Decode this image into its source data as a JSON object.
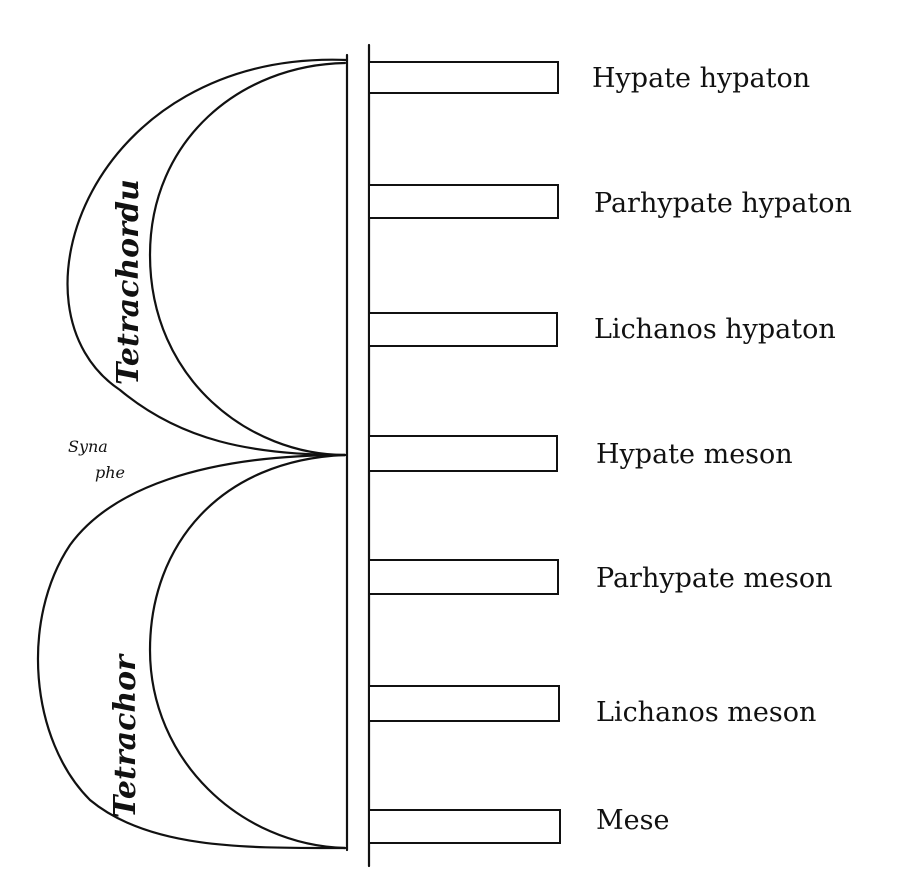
{
  "diagram": {
    "notes": [
      "Hypate hypaton",
      "Parhypate hypaton",
      "Lichanos hypaton",
      "Hypate meson",
      "Parhypate meson",
      "Lichanos meson",
      "Mese"
    ],
    "upper_arc_label": "Tetrachordu",
    "lower_arc_label": "Tetrachor",
    "junction_label_line1": "Syna",
    "junction_label_line2": "phe"
  }
}
